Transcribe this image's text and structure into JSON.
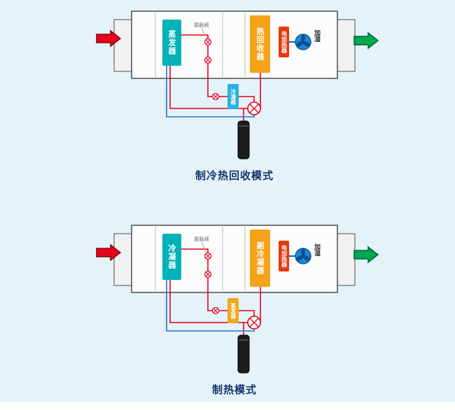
{
  "page": {
    "background_color": "#e4f2f9"
  },
  "colors": {
    "pipe_red": "#e8001c",
    "pipe_blue": "#2f6fd6",
    "coil_teal": "#00b2b8",
    "coil_orange": "#f5a21b",
    "heater_red": "#e8380d",
    "fan_blue": "#1f88d4",
    "inlet_arrow_red": "#e8001c",
    "outlet_arrow_green": "#00a84f",
    "small_coil_cyan": "#2bb3e0",
    "small_coil_gold": "#f0a81e",
    "caption_navy": "#15356b"
  },
  "diagrams": [
    {
      "caption": "制冷热回收模式",
      "duct_coil": "蒸发器",
      "recovery_coil": "热回收器",
      "heater": "电加热器",
      "humidifier": "加湿",
      "expansion_valve": "膨胀阀",
      "small_coil": "冷凝器"
    },
    {
      "caption": "制热模式",
      "duct_coil": "冷凝器",
      "recovery_coil": "副冷凝器",
      "heater": "电加热器",
      "humidifier": "加湿",
      "expansion_valve": "膨胀阀",
      "small_coil": "蒸发器"
    }
  ]
}
